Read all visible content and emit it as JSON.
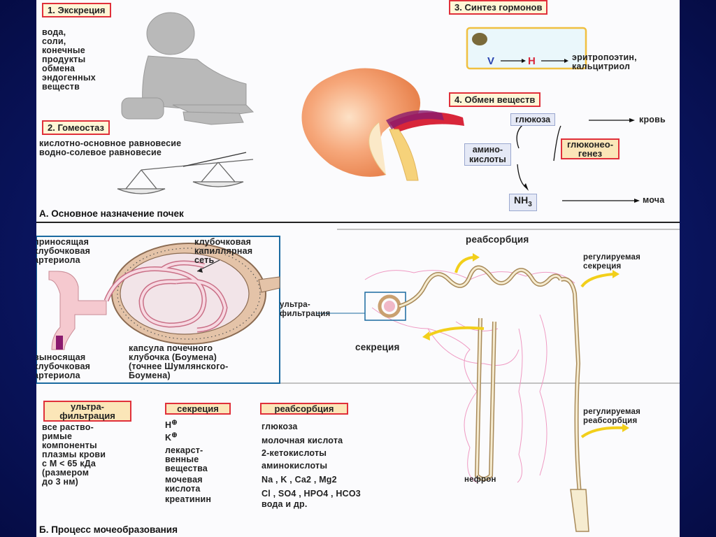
{
  "sectionA": {
    "excretion": {
      "title": "1. Экскреция",
      "text": "вода,\nсоли,\nконечные\nпродукты\nобмена\nэндогенных\nвеществ"
    },
    "homeostasis": {
      "title": "2. Гомеостаз",
      "text": "кислотно-основное равновесие\nводно-солевое равновесие"
    },
    "hormones": {
      "title": "3. Синтез гормонов",
      "v": "V",
      "h": "H",
      "products": "эритропоэтин,\nкальцитриол"
    },
    "metabolism": {
      "title": "4. Обмен веществ",
      "glucose": "глюкоза",
      "blood": "кровь",
      "amino": "амино-\nкислоты",
      "gluconeo": "глюконео-\nгенез",
      "nh3": "NH",
      "nh3_sub": "3",
      "urine": "моча"
    },
    "caption": "А. Основное назначение почек"
  },
  "sectionB": {
    "glomerulus": {
      "afferent": "приносящая\nклубочковая\nартериола",
      "capillary": "клубочковая\nкапиллярная\nсеть",
      "efferent": "выносящая\nклубочковая\nартериола",
      "capsule": "капсула почечного\nклубочка (Боумена)\n(точнее Шумлянского-\nБоумена)"
    },
    "nephron": {
      "reabsorption_top": "реабсорбция",
      "regulated_secretion": "регулируемая\nсекреция",
      "ultrafiltration": "ультра-\nфильтрация",
      "secretion": "секреция",
      "regulated_reabsorption": "регулируемая\nреабсорбция",
      "nephron_label": "нефрон"
    },
    "table": {
      "col1": {
        "title": "ультра-\nфильтрация",
        "text": "все раство-\nримые\nкомпоненты\nплазмы крови\nс М < 65 кДа\n(размером\nдо 3 нм)"
      },
      "col2": {
        "title": "секреция",
        "items": [
          "H",
          "K",
          "лекарст-\nвенные\nвещества",
          "мочевая\nкислота",
          "креатинин"
        ]
      },
      "col3": {
        "title": "реабсорбция",
        "items": [
          "глюкоза",
          "молочная кислота",
          "2-кетокислоты",
          "аминокислоты"
        ],
        "ions1": "Na , K , Ca2 , Mg2",
        "ions2": "Cl , SO4 , HPO4 , HCO3",
        "other": "вода и др."
      }
    },
    "caption": "Б. Процесс мочеобразования"
  }
}
